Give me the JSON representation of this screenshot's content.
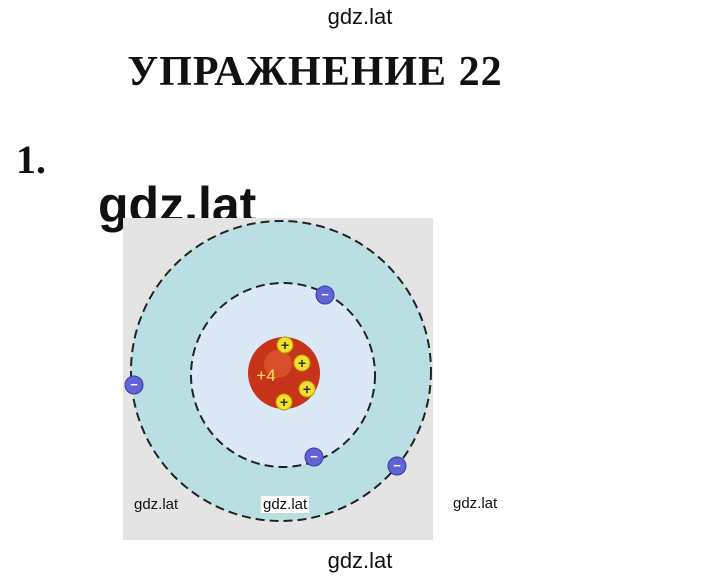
{
  "watermark": "gdz.lat",
  "title": "УПРАЖНЕНИЕ 22",
  "item_number": "1.",
  "atom": {
    "nucleus_charge": "+4",
    "proton_symbol": "+",
    "electron_symbol": "−",
    "colors": {
      "outer_shell": "#b9dfe2",
      "inner_shell": "#dbe9f7",
      "nucleus": "#c8341a",
      "proton": "#f1df29",
      "electron": "#5f63d6"
    }
  }
}
